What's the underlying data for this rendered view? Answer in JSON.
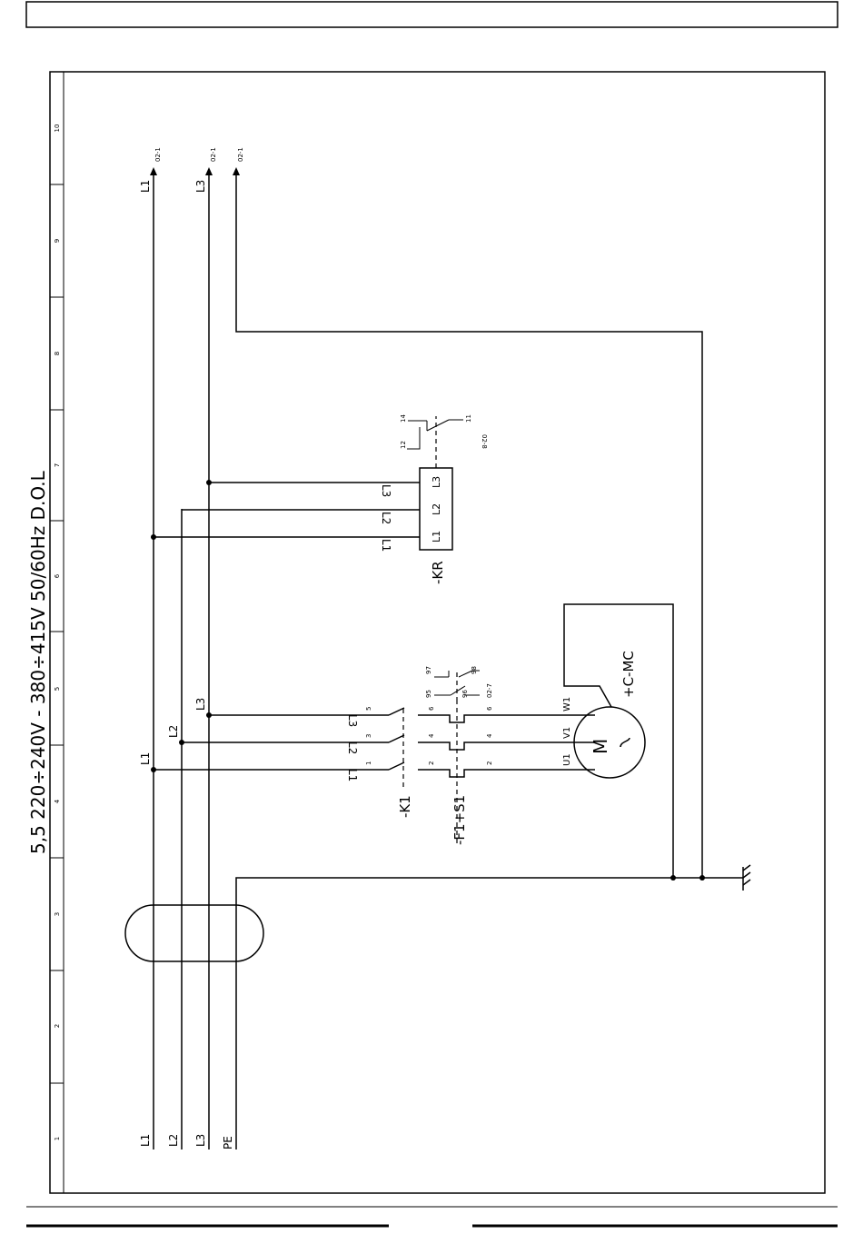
{
  "title": "5,5 220÷240V - 380÷415V 50/60Hz D.O.L",
  "column_numbers": [
    "1",
    "2",
    "3",
    "4",
    "5",
    "6",
    "7",
    "8",
    "9",
    "10"
  ],
  "supply_labels": [
    "L1",
    "L2",
    "L3",
    "PE"
  ],
  "top_labels": {
    "l1": "L1",
    "l3": "L3"
  },
  "xrefs": {
    "a": "02-1",
    "b": "02-1",
    "c": "02-1",
    "relay_contact": "02-8",
    "f1_contact": "02-7"
  },
  "k1": {
    "name": "-K1",
    "wires": [
      "L1",
      "L2",
      "L3"
    ],
    "upper_pins": [
      "1",
      "3",
      "5"
    ],
    "lower_pins": [
      "2",
      "4",
      "6"
    ],
    "branch_labels": [
      "L1",
      "L2",
      "L3"
    ]
  },
  "f1": {
    "name": "-F1+S1",
    "upper_pins": [
      "2",
      "4",
      "6"
    ],
    "lower_pins": [
      "2",
      "4",
      "6"
    ],
    "contact_pins": [
      "95",
      "96",
      "97",
      "98"
    ]
  },
  "motor": {
    "symbol": "M",
    "name": "+C-MC",
    "terminals": [
      "U1",
      "V1",
      "W1"
    ]
  },
  "kr": {
    "name": "-KR",
    "terminals": [
      "L1",
      "L2",
      "L3"
    ],
    "wire_labels": [
      "L1",
      "L2",
      "L3"
    ],
    "contact_pins": [
      "12",
      "14",
      "11"
    ]
  }
}
